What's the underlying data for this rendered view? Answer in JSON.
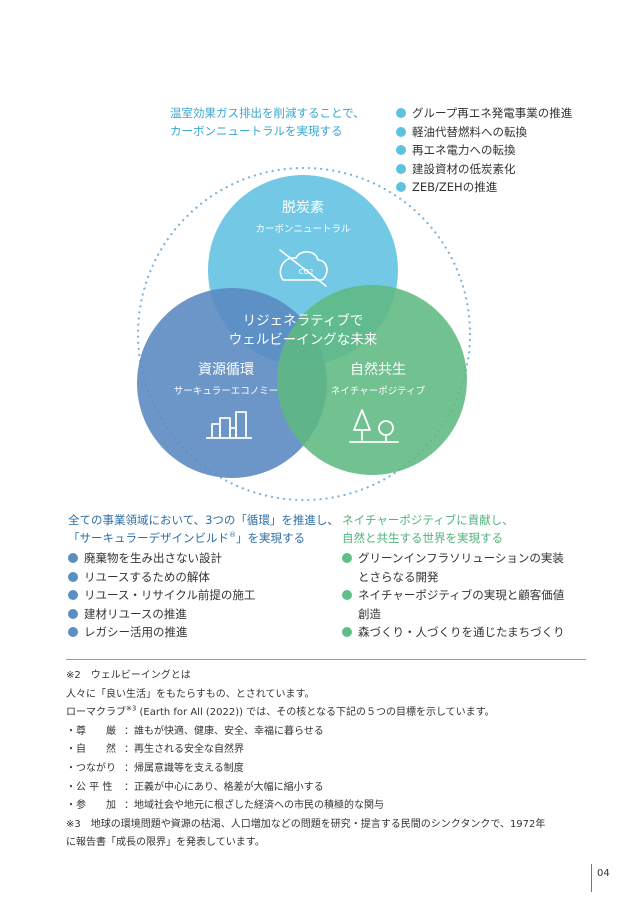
{
  "top": {
    "lead": [
      "温室効果ガス排出を削減することで、",
      "カーボンニュートラルを実現する"
    ],
    "items": [
      "グループ再エネ発電事業の推進",
      "軽油代替燃料への転換",
      "再エネ電力への転換",
      "建設資材の低炭素化",
      "ZEB/ZEHの推進"
    ]
  },
  "venn": {
    "top_title": "脱炭素",
    "top_sub": "カーボンニュートラル",
    "co2_text": "CO2",
    "center_line1": "リジェネラティブで",
    "center_line2": "ウェルビーイングな未来",
    "left_title": "資源循環",
    "left_sub": "サーキュラーエコノミー",
    "right_title": "自然共生",
    "right_sub": "ネイチャーポジティブ",
    "colors": {
      "top": "#67c3e3",
      "left": "#5b8bc1",
      "right": "#5fb882",
      "dots": "#7cb2da"
    }
  },
  "left": {
    "lead1_pre": "全ての事業領域において、3つの「",
    "lead1_em": "循環",
    "lead1_post": "」を推進し、",
    "lead2": "「サーキュラーデザインビルド",
    "lead2_reg": "®",
    "lead2_post": "」を実現する",
    "items": [
      "廃棄物を生み出さない設計",
      "リユースするための解体",
      "リユース・リサイクル前提の施工",
      "建材リユースの推進",
      "レガシー活用の推進"
    ]
  },
  "right": {
    "lead": [
      "ネイチャーポジティブに貢献し、",
      "自然と共生する世界を実現する"
    ],
    "items": [
      [
        "グリーンインフラソリューションの実装",
        "とさらなる開発"
      ],
      [
        "ネイチャーポジティブの実現と顧客価値",
        "創造"
      ],
      [
        "森づくり・人づくりを通じたまちづくり"
      ]
    ]
  },
  "notes": {
    "n2_heading": "※2　ウェルビーイングとは",
    "n2_line1": "人々に「良い生活」をもたらすもの、とされています。",
    "n2_line2_pre": "ローマクラブ",
    "n2_line2_sup": "※3",
    "n2_line2_post": " (Earth for All (2022)) では、その核となる下記の５つの目標を示しています。",
    "goals": [
      {
        "term": "・尊　　厳",
        "desc": "：誰もが快適、健康、安全、幸福に暮らせる"
      },
      {
        "term": "・自　　然",
        "desc": "：再生される安全な自然界"
      },
      {
        "term": "・つながり",
        "desc": "：帰属意識等を支える制度"
      },
      {
        "term": "・公 平 性",
        "desc": "：正義が中心にあり、格差が大幅に縮小する"
      },
      {
        "term": "・参　　加",
        "desc": "：地域社会や地元に根ざした経済への市民の積極的な関与"
      }
    ],
    "n3_line1": "※3　地球の環境問題や資源の枯渇、人口増加などの問題を研究・提言する民間のシンクタンクで、1972年",
    "n3_line2": "に報告書「成長の限界」を発表しています。"
  },
  "page_number": "04"
}
